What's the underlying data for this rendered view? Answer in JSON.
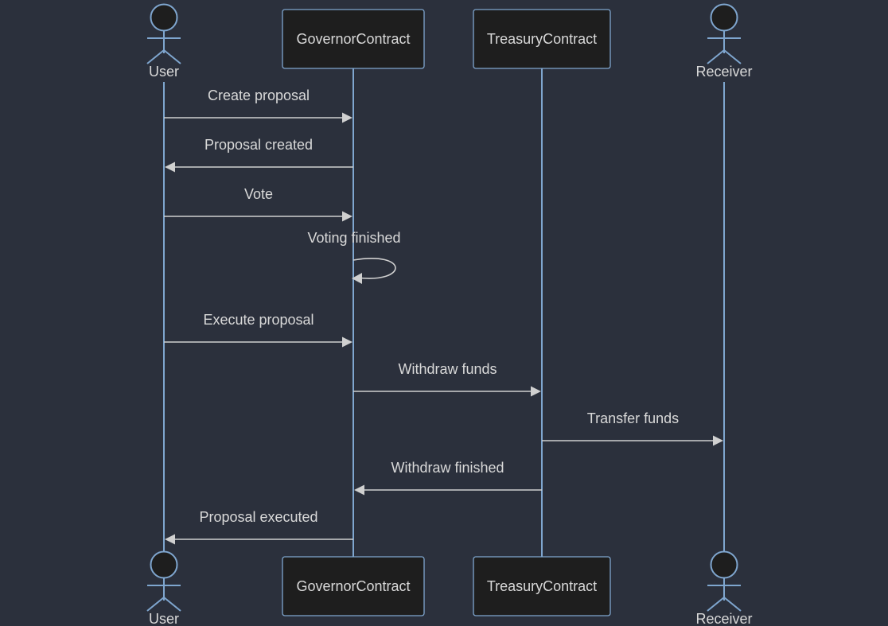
{
  "diagram_type": "sequence",
  "colors": {
    "background": "#2b303c",
    "lifeline": "#7fa6cf",
    "participant_fill": "#1e1e1e",
    "text": "#d9d9d9",
    "message_line": "#d0d0d0"
  },
  "participants": [
    {
      "id": "user",
      "label": "User",
      "kind": "actor"
    },
    {
      "id": "governor",
      "label": "GovernorContract",
      "kind": "box"
    },
    {
      "id": "treasury",
      "label": "TreasuryContract",
      "kind": "box"
    },
    {
      "id": "receiver",
      "label": "Receiver",
      "kind": "actor"
    }
  ],
  "messages": [
    {
      "from": "user",
      "to": "governor",
      "label": "Create proposal"
    },
    {
      "from": "governor",
      "to": "user",
      "label": "Proposal created"
    },
    {
      "from": "user",
      "to": "governor",
      "label": "Vote"
    },
    {
      "from": "governor",
      "to": "governor",
      "label": "Voting finished"
    },
    {
      "from": "user",
      "to": "governor",
      "label": "Execute proposal"
    },
    {
      "from": "governor",
      "to": "treasury",
      "label": "Withdraw funds"
    },
    {
      "from": "treasury",
      "to": "receiver",
      "label": "Transfer funds"
    },
    {
      "from": "treasury",
      "to": "governor",
      "label": "Withdraw finished"
    },
    {
      "from": "governor",
      "to": "user",
      "label": "Proposal executed"
    }
  ]
}
